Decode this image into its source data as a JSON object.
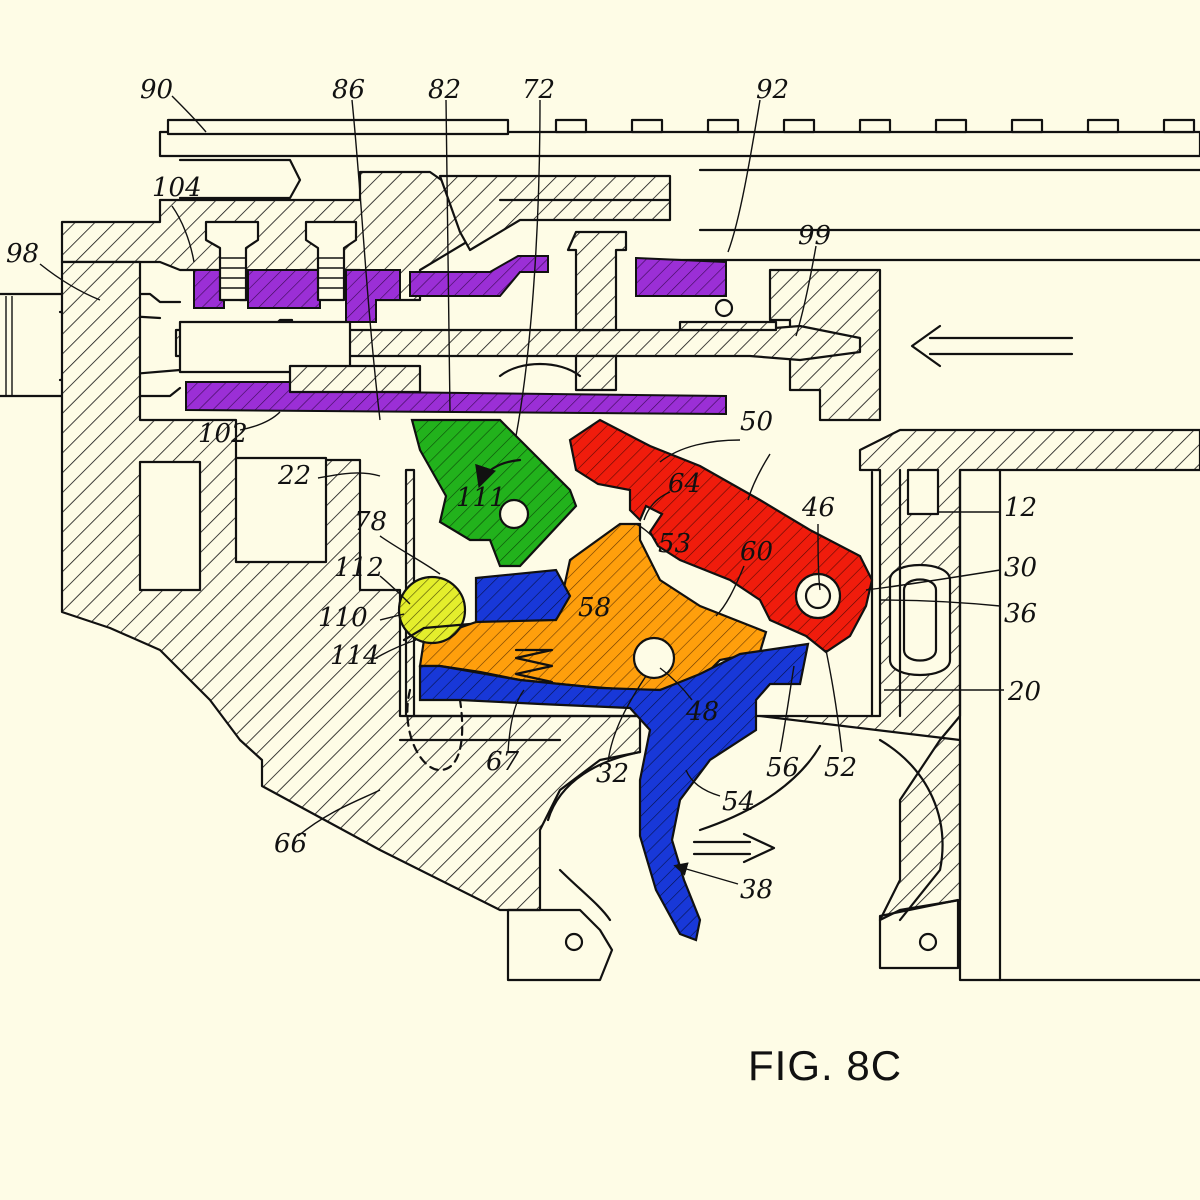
{
  "figure": {
    "caption": "FIG. 8C"
  },
  "colors": {
    "background": "#fefce6",
    "bolt_carrier_purple": "#9b2fd6",
    "disconnector_green": "#22b21c",
    "hammer_red": "#f01c0c",
    "sear_orange": "#ff9f0c",
    "trigger_blue": "#1838d8",
    "pin_yellow": "#e4ee2c"
  },
  "labels": {
    "l90": "90",
    "l86": "86",
    "l82": "82",
    "l72": "72",
    "l92": "92",
    "l104": "104",
    "l98": "98",
    "l99": "99",
    "l102": "102",
    "l50": "50",
    "l22": "22",
    "l111": "111",
    "l64": "64",
    "l46": "46",
    "l12": "12",
    "l78": "78",
    "l53": "53",
    "l60": "60",
    "l30": "30",
    "l112": "112",
    "l58": "58",
    "l36": "36",
    "l110": "110",
    "l114": "114",
    "l48": "48",
    "l20": "20",
    "l67": "67",
    "l32": "32",
    "l56": "56",
    "l52": "52",
    "l54": "54",
    "l66": "66",
    "l38": "38"
  }
}
